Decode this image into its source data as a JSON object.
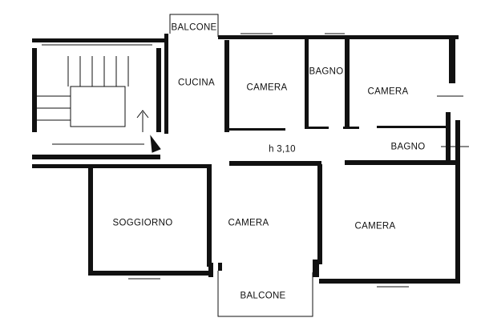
{
  "rooms": {
    "balcone_top": "BALCONE",
    "cucina": "CUCINA",
    "camera_1": "CAMERA",
    "bagno_1": "BAGNO",
    "camera_2": "CAMERA",
    "bagno_2": "BAGNO",
    "soggiorno": "SOGGIORNO",
    "camera_3": "CAMERA",
    "camera_4": "CAMERA",
    "balcone_bottom": "BALCONE"
  },
  "ceiling_height": "h 3,10"
}
